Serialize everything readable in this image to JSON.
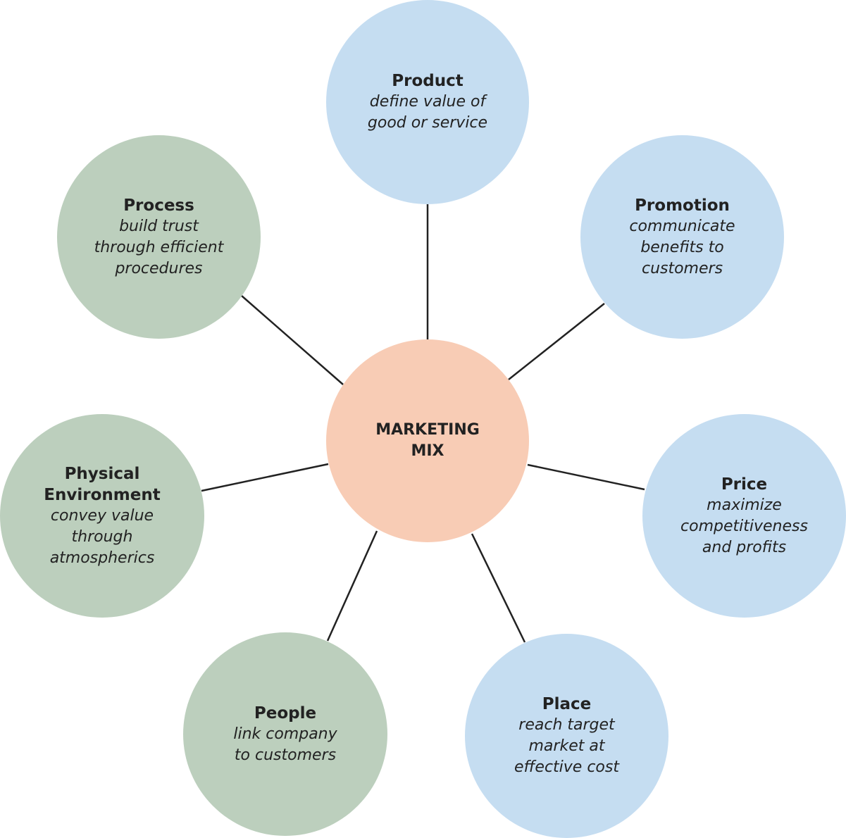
{
  "center": {
    "title": "MARKETING\nMIX",
    "color": "#f8ccb5"
  },
  "colors": {
    "blue": "#c5ddf1",
    "green": "#bccfbd",
    "connector": "#222222"
  },
  "nodes": [
    {
      "id": "product",
      "title": "Product",
      "description": "define value of\ngood or service",
      "color_group": "blue"
    },
    {
      "id": "promotion",
      "title": "Promotion",
      "description": "communicate\nbenefits to\ncustomers",
      "color_group": "blue"
    },
    {
      "id": "price",
      "title": "Price",
      "description": "maximize\ncompetitiveness\nand profits",
      "color_group": "blue"
    },
    {
      "id": "place",
      "title": "Place",
      "description": "reach target\nmarket at\neffective cost",
      "color_group": "blue"
    },
    {
      "id": "people",
      "title": "People",
      "description": "link company\nto customers",
      "color_group": "green"
    },
    {
      "id": "physical-environment",
      "title": "Physical\nEnvironment",
      "description": "convey value\nthrough\natmospherics",
      "color_group": "green"
    },
    {
      "id": "process",
      "title": "Process",
      "description": "build trust\nthrough efficient\nprocedures",
      "color_group": "green"
    }
  ]
}
